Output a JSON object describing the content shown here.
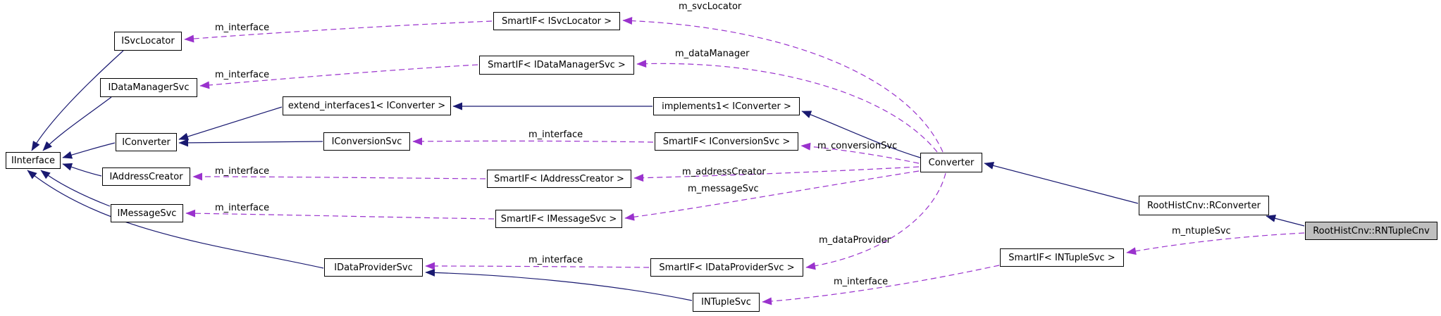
{
  "diagram": {
    "type": "class-collaboration-graph",
    "background": "#ffffff",
    "colors": {
      "inheritance_edge": "#191970",
      "usage_edge": "#9a32cd",
      "node_border": "#000000",
      "node_bg": "#ffffff",
      "highlight_node_bg": "#bfbfbf",
      "text": "#000000"
    },
    "nodes": {
      "iinterface": {
        "label": "IInterface"
      },
      "isvclocator": {
        "label": "ISvcLocator"
      },
      "idatamanagersvc": {
        "label": "IDataManagerSvc"
      },
      "iconverter": {
        "label": "IConverter"
      },
      "iaddresscreator": {
        "label": "IAddressCreator"
      },
      "imessagesvc": {
        "label": "IMessageSvc"
      },
      "idataprovidersvc": {
        "label": "IDataProviderSvc"
      },
      "extend_interfaces1": {
        "label": "extend_interfaces1< IConverter >"
      },
      "iconversionsvc": {
        "label": "IConversionSvc"
      },
      "smartif_isvclocator": {
        "label": "SmartIF< ISvcLocator >"
      },
      "smartif_idatamanagersvc": {
        "label": "SmartIF< IDataManagerSvc >"
      },
      "implements1": {
        "label": "implements1< IConverter >"
      },
      "smartif_iconversionsvc": {
        "label": "SmartIF< IConversionSvc >"
      },
      "smartif_iaddresscreator": {
        "label": "SmartIF< IAddressCreator >"
      },
      "smartif_imessagesvc": {
        "label": "SmartIF< IMessageSvc >"
      },
      "smartif_idataprovidersvc": {
        "label": "SmartIF< IDataProviderSvc >"
      },
      "intuplesvc": {
        "label": "INTupleSvc"
      },
      "converter": {
        "label": "Converter"
      },
      "smartif_intuplesvc": {
        "label": "SmartIF< INTupleSvc >"
      },
      "rconverter": {
        "label": "RootHistCnv::RConverter"
      },
      "rntuplecnv": {
        "label": "RootHistCnv::RNTupleCnv"
      }
    },
    "edge_labels": {
      "m_interface_isvclocator": {
        "text": "m_interface"
      },
      "m_interface_idatamanagersvc": {
        "text": "m_interface"
      },
      "m_interface_iconversionsvc": {
        "text": "m_interface"
      },
      "m_interface_iaddresscreator": {
        "text": "m_interface"
      },
      "m_interface_imessagesvc": {
        "text": "m_interface"
      },
      "m_interface_idataprovidersvc": {
        "text": "m_interface"
      },
      "m_interface_intuplesvc": {
        "text": "m_interface"
      },
      "m_svclocator": {
        "text": "m_svcLocator"
      },
      "m_datamanager": {
        "text": "m_dataManager"
      },
      "m_conversionsvc": {
        "text": "m_conversionSvc"
      },
      "m_addresscreator": {
        "text": "m_addressCreator"
      },
      "m_messagesvc": {
        "text": "m_messageSvc"
      },
      "m_dataprovider": {
        "text": "m_dataProvider"
      },
      "m_ntuplesvc": {
        "text": "m_ntupleSvc"
      }
    }
  }
}
